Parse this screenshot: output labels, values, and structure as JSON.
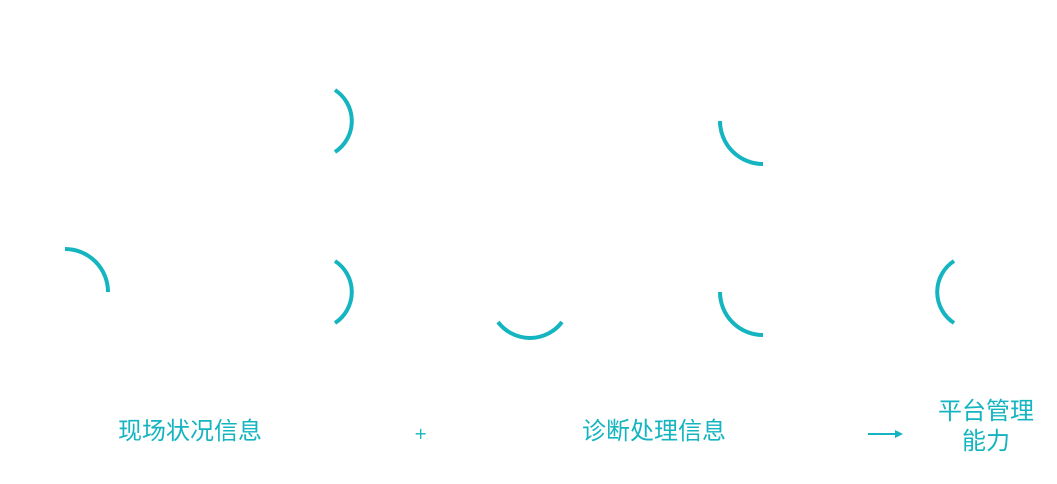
{
  "colors": {
    "accent": "#14b4c0"
  },
  "labels": {
    "site_status": "现场状况信息",
    "plus": "+",
    "diagnosis": "诊断处理信息",
    "arrow": "→",
    "result_line1": "平台管理",
    "result_line2": "能力"
  }
}
